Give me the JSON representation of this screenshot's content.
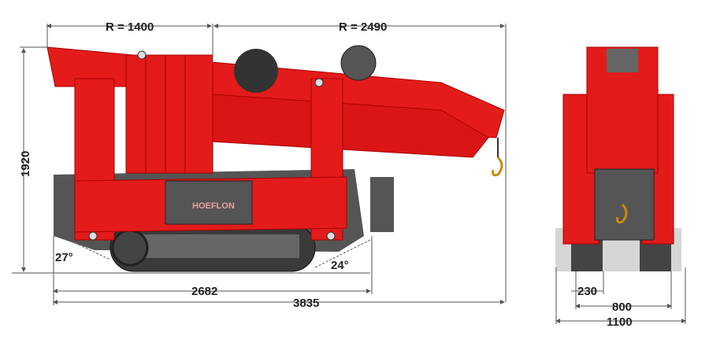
{
  "dimensions": {
    "reach_rear": "R = 1400",
    "reach_front": "R = 2490",
    "height": "1920",
    "angle_rear": "27°",
    "angle_front": "24°",
    "track_length": "2682",
    "overall_length": "3835",
    "track_width": "230",
    "track_gauge": "800",
    "overall_width": "1100"
  },
  "logo": "HOEFLON",
  "colors": {
    "body": "#e31b1b",
    "dark": "#4a4a4a",
    "line": "#555555"
  }
}
